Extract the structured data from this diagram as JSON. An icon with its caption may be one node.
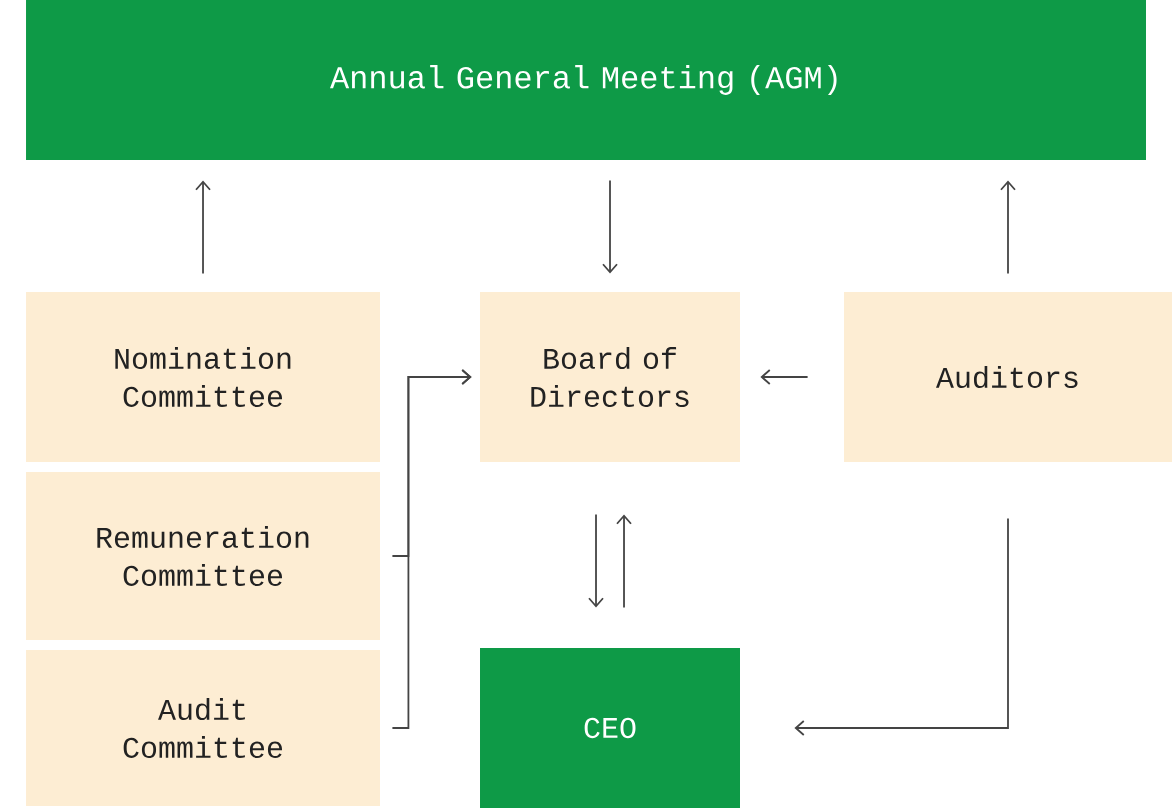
{
  "diagram": {
    "nodes": [
      {
        "text": [
          "Annual General Meeting (AGM)"
        ]
      },
      {
        "text": [
          "Nomination Committee"
        ]
      },
      {
        "text": [
          "Board of Directors"
        ]
      },
      {
        "text": [
          "Auditors"
        ]
      },
      {
        "text": [
          "Remuneration Committee"
        ]
      },
      {
        "text": [
          "Audit Committee"
        ]
      },
      {
        "text": [
          "CEO"
        ]
      }
    ],
    "edges": [
      {
        "from": 1,
        "to": 0,
        "arrow": "to"
      },
      {
        "from": 0,
        "to": 2,
        "arrow": "to"
      },
      {
        "from": 3,
        "to": 0,
        "arrow": "to"
      },
      {
        "from": 3,
        "to": 2,
        "arrow": "to"
      },
      {
        "from": 4,
        "to": 2,
        "arrow": "to"
      },
      {
        "from": 5,
        "to": 2,
        "arrow": "to"
      },
      {
        "from": 2,
        "to": 6,
        "arrow": "to"
      },
      {
        "from": 6,
        "to": 2,
        "arrow": "to"
      },
      {
        "from": 3,
        "to": 6,
        "arrow": "to"
      }
    ]
  }
}
